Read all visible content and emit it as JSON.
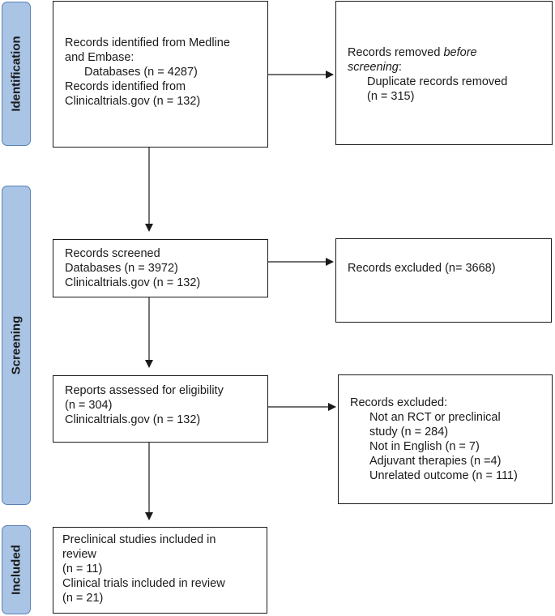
{
  "stages": {
    "identification": "Identification",
    "screening": "Screening",
    "included": "Included"
  },
  "identified": {
    "line1": "Records identified from Medline",
    "line2": "and Embase:",
    "line3": "Databases (n = 4287)",
    "line4": "Records identified from",
    "line5": "Clinicaltrials.gov (n = 132)"
  },
  "removed": {
    "prefix": "Records removed ",
    "emphasis": "before",
    "line2_emphasis": "screening",
    "line2_suffix": ":",
    "line3": "Duplicate records removed",
    "line4": "(n = 315)"
  },
  "screened": {
    "line1": "Records screened",
    "line2": "Databases (n = 3972)",
    "line3": "Clinicaltrials.gov (n = 132)"
  },
  "excluded_screening": {
    "line1": "Records excluded (n= 3668)"
  },
  "assessed": {
    "line1": "Reports assessed for eligibility",
    "line2": "(n = 304)",
    "line3": "Clinicaltrials.gov (n = 132)"
  },
  "excluded_eligibility": {
    "title": "Records excluded:",
    "reasons": [
      "Not an RCT or preclinical",
      "study (n = 284)",
      "Not in English (n = 7)",
      "Adjuvant therapies (n =4)",
      "Unrelated outcome (n = 111)"
    ]
  },
  "included": {
    "line1": "Preclinical studies included in",
    "line2": "review",
    "line3": "(n = 11)",
    "line4": "Clinical trials included in review",
    "line5": "(n = 21)"
  }
}
